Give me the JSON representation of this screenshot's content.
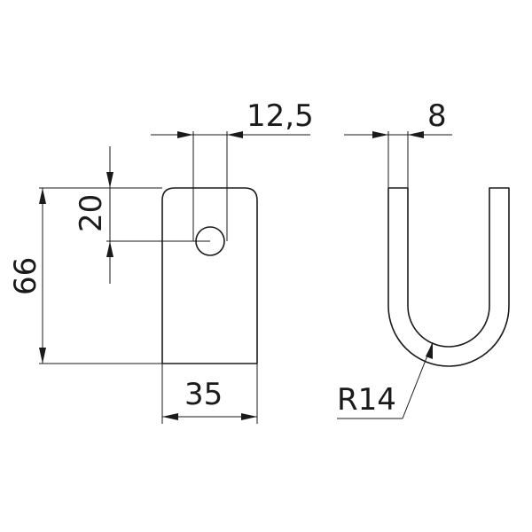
{
  "dimensions": {
    "hole_offset": "12,5",
    "thickness": "8",
    "hole_height": "20",
    "total_height": "66",
    "width": "35",
    "radius": "R14"
  }
}
